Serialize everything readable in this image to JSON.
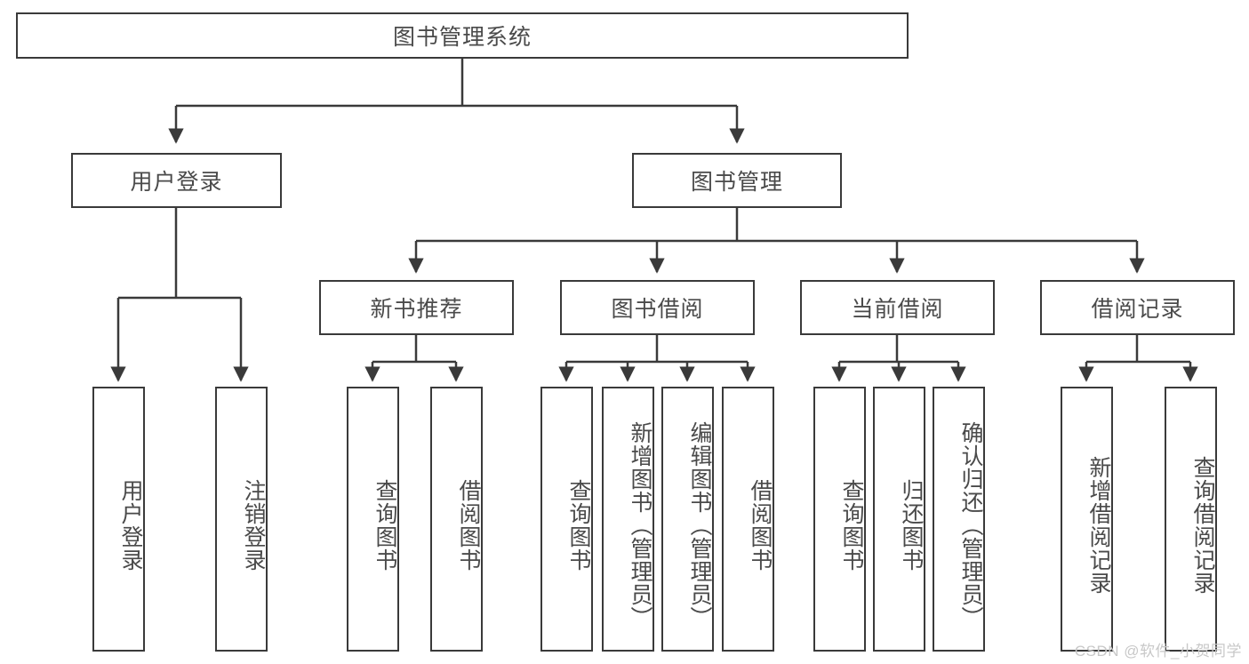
{
  "diagram": {
    "type": "tree-hierarchy-flowchart",
    "title": "图书管理系统",
    "colors": {
      "background": "#ffffff",
      "box_border": "#3a3a3a",
      "box_fill": "#ffffff",
      "text": "#4a4a4a",
      "connector": "#3a3a3a",
      "watermark": "#c8c8c8"
    },
    "levels": 3,
    "root": {
      "label": "图书管理系统",
      "orientation": "horizontal"
    },
    "level2": [
      {
        "label": "用户登录",
        "orientation": "horizontal"
      },
      {
        "label": "图书管理",
        "orientation": "horizontal"
      }
    ],
    "level3": [
      {
        "label": "新书推荐",
        "orientation": "horizontal",
        "parent": "图书管理"
      },
      {
        "label": "图书借阅",
        "orientation": "horizontal",
        "parent": "图书管理"
      },
      {
        "label": "当前借阅",
        "orientation": "horizontal",
        "parent": "图书管理"
      },
      {
        "label": "借阅记录",
        "orientation": "horizontal",
        "parent": "图书管理"
      }
    ],
    "leaves": {
      "user_login": [
        {
          "label": "用户登录",
          "orientation": "vertical"
        },
        {
          "label": "注销登录",
          "orientation": "vertical"
        }
      ],
      "new_book_recommend": [
        {
          "label": "查询图书",
          "orientation": "vertical"
        },
        {
          "label": "借阅图书",
          "orientation": "vertical"
        }
      ],
      "book_borrow": [
        {
          "label": "查询图书",
          "orientation": "vertical"
        },
        {
          "label": "新增图书（管理员）",
          "orientation": "vertical"
        },
        {
          "label": "编辑图书（管理员）",
          "orientation": "vertical"
        },
        {
          "label": "借阅图书",
          "orientation": "vertical"
        }
      ],
      "current_borrow": [
        {
          "label": "查询图书",
          "orientation": "vertical"
        },
        {
          "label": "归还图书",
          "orientation": "vertical"
        },
        {
          "label": "确认归还（管理员）",
          "orientation": "vertical"
        }
      ],
      "borrow_record": [
        {
          "label": "新增借阅记录",
          "orientation": "vertical"
        },
        {
          "label": "查询借阅记录",
          "orientation": "vertical"
        }
      ]
    },
    "watermark": "CSDN @软件_小贺同学"
  }
}
